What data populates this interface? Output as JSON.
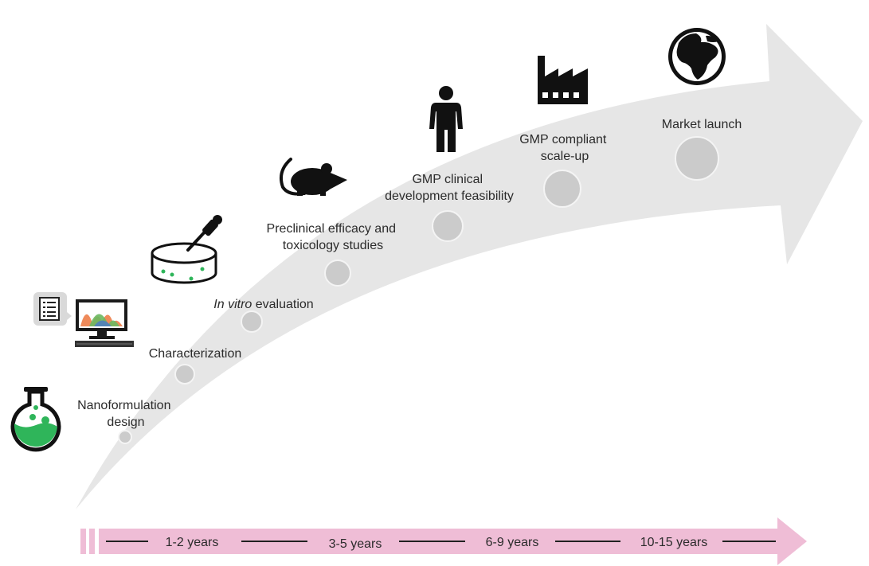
{
  "stages": [
    {
      "lines": [
        "Nanoformulation",
        "design"
      ],
      "icon": "flask-icon"
    },
    {
      "lines": [
        "Characterization"
      ],
      "icon": "computer-chart-icon"
    },
    {
      "lines": [
        "In vitro evaluation"
      ],
      "italic_prefix": "In vitro",
      "rest": " evaluation",
      "icon": "petri-dish-dropper-icon"
    },
    {
      "lines": [
        "Preclinical efficacy and",
        "toxicology studies"
      ],
      "icon": "mouse-icon"
    },
    {
      "lines": [
        "GMP clinical",
        "development feasibility"
      ],
      "icon": "person-icon"
    },
    {
      "lines": [
        "GMP compliant",
        "scale-up"
      ],
      "icon": "factory-icon"
    },
    {
      "lines": [
        "Market launch"
      ],
      "icon": "globe-icon"
    }
  ],
  "timeline": {
    "periods": [
      "1-2 years",
      "3-5 years",
      "6-9 years",
      "10-15 years"
    ]
  },
  "colors": {
    "big_arrow": "#e6e6e6",
    "stage_dot": "#cbcbcb",
    "timeline_arrow": "#efbdd6",
    "green_accent": "#2fb55a",
    "icon": "#111111"
  }
}
